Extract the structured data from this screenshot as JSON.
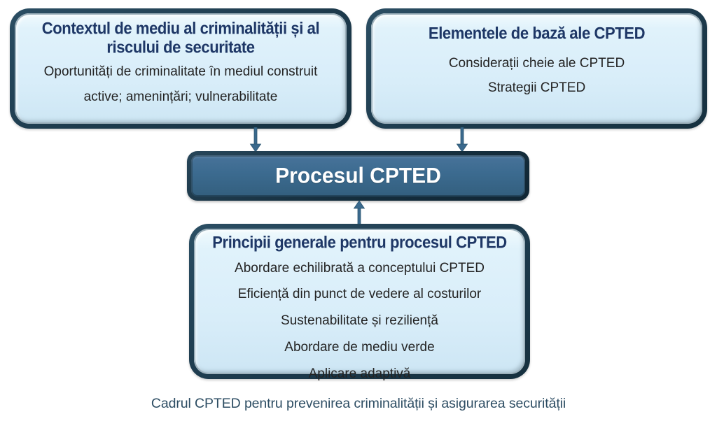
{
  "diagram": {
    "boxes": {
      "context": {
        "title": "Contextul de mediu al criminalității și al riscului de securitate",
        "lines": [
          "Oportunități de criminalitate în mediul construit",
          "active; amenințări; vulnerabilitate"
        ]
      },
      "elements": {
        "title": "Elementele de bază ale CPTED",
        "lines": [
          "Considerații cheie ale CPTED",
          "Strategii CPTED"
        ]
      },
      "process": {
        "title": "Procesul CPTED"
      },
      "principles": {
        "title": "Principii generale pentru procesul CPTED",
        "lines": [
          "Abordare echilibrată a conceptului CPTED",
          "Eficiență din punct de vedere al costurilor",
          "Sustenabilitate și reziliență",
          "Abordare de mediu verde",
          "Aplicare adaptivă"
        ]
      }
    },
    "caption": "Cadrul CPTED pentru prevenirea criminalității și asigurarea securității",
    "colors": {
      "box_fill": "#d8edf9",
      "box_border": "#1d3a4c",
      "title_text": "#1e3766",
      "body_text": "#232323",
      "process_fill": "#3c6b90",
      "process_text": "#ffffff",
      "arrow": "#3a698d",
      "caption_text": "#2d4d63"
    }
  }
}
